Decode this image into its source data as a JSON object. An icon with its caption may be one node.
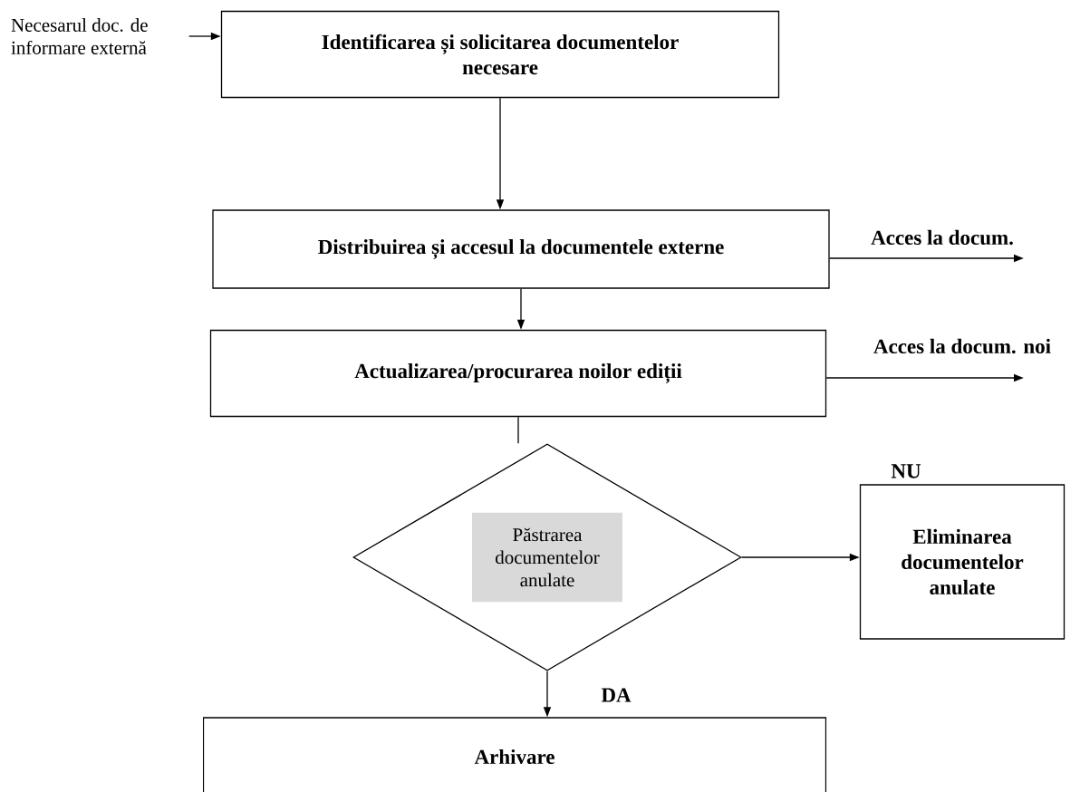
{
  "diagram": {
    "nodes": [
      {
        "text": [
          "Necesarul doc. de informare externă"
        ]
      },
      {
        "text": [
          "Identificarea și solicitarea documentelor necesare"
        ]
      },
      {
        "text": [
          "Distribuirea și accesul la documentele externe"
        ]
      },
      {
        "text": [
          "Actualizarea/procurarea noilor ediții"
        ]
      },
      {
        "text": [
          "Păstrarea documentelor anulate"
        ]
      },
      {
        "text": [
          "Eliminarea documentelor anulate"
        ]
      },
      {
        "text": [
          "Arhivare"
        ]
      }
    ],
    "edges": [
      {
        "from": 0,
        "to": 1,
        "arrow": "to"
      },
      {
        "from": 1,
        "to": 2,
        "arrow": "to"
      },
      {
        "from": 2,
        "to": null,
        "arrow": "to",
        "label": "Acces la docum."
      },
      {
        "from": 2,
        "to": 3,
        "arrow": "to"
      },
      {
        "from": 3,
        "to": null,
        "arrow": "to",
        "label": "Acces la docum. noi"
      },
      {
        "from": 3,
        "to": 4,
        "arrow": "none"
      },
      {
        "from": 4,
        "to": 5,
        "arrow": "to",
        "label": "NU"
      },
      {
        "from": 4,
        "to": 6,
        "arrow": "to",
        "label": "DA"
      }
    ]
  }
}
